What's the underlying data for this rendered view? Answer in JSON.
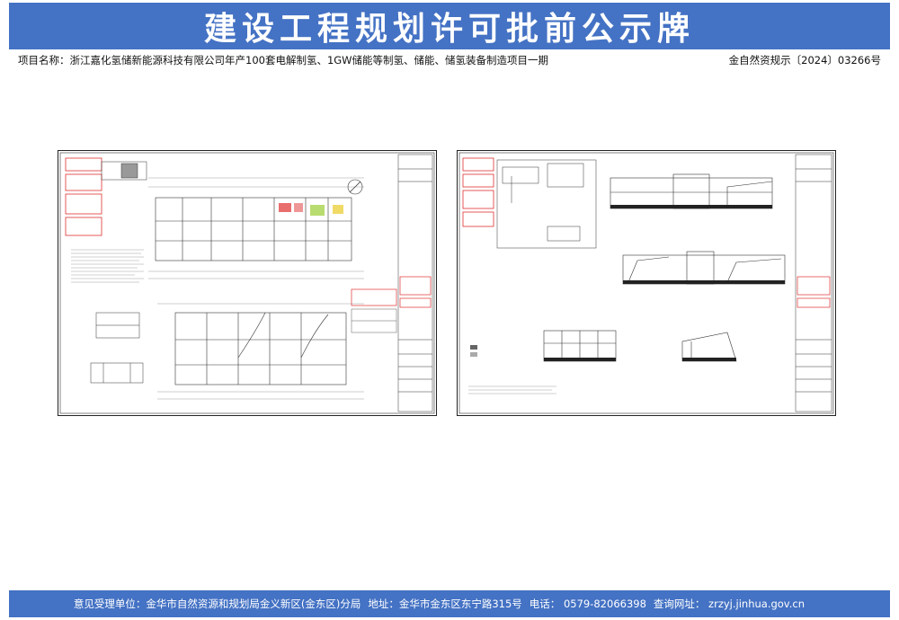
{
  "header": {
    "title": "建设工程规划许可批前公示牌"
  },
  "project": {
    "name_label": "项目名称：浙江嘉化氢储新能源科技有限公司年产100套电解制氢、1GW储能等制氢、储能、储氢装备制造项目一期",
    "permit_no": "金自然资规示〔2024〕03266号"
  },
  "colors": {
    "banner": "#4472c4",
    "drawing_red": "#e03030",
    "drawing_line": "#333333"
  },
  "footer": {
    "office": "意见受理单位：金华市自然资源和规划局金义新区(金东区)分局",
    "address": "地址：金华市金东区东宁路315号",
    "phone": "电话：  0579-82066398",
    "website": "查询网址：   zrzyj.jinhua.gov.cn"
  }
}
